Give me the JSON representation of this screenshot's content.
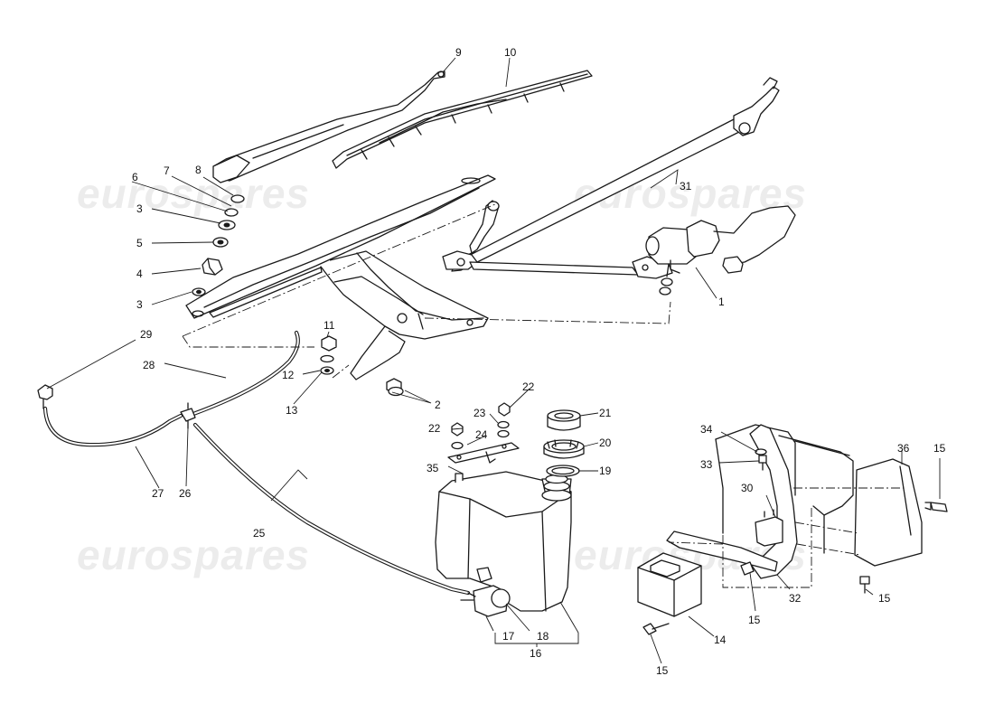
{
  "watermark": "eurospares",
  "callouts": [
    "1",
    "2",
    "3",
    "3",
    "4",
    "5",
    "6",
    "7",
    "8",
    "9",
    "10",
    "11",
    "12",
    "13",
    "14",
    "15",
    "15",
    "15",
    "15",
    "16",
    "17",
    "18",
    "19",
    "20",
    "21",
    "22",
    "22",
    "23",
    "24",
    "25",
    "26",
    "27",
    "28",
    "29",
    "30",
    "31",
    "32",
    "33",
    "34",
    "35",
    "36"
  ]
}
